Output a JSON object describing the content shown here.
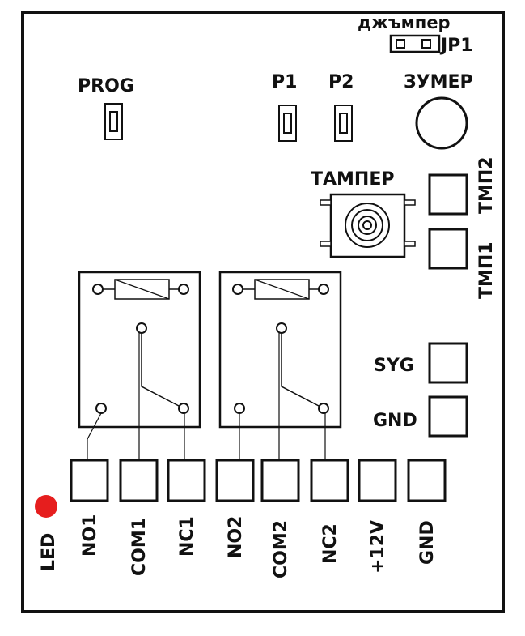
{
  "labels": {
    "jumper": "джъмпер",
    "jp1": "JP1",
    "prog": "PROG",
    "p1": "P1",
    "p2": "P2",
    "buzzer": "ЗУМЕР",
    "tamper": "ТАМПЕР",
    "tmp2": "ТМП2",
    "tmp1": "ТМП1",
    "syg": "SYG",
    "gnd_side": "GND",
    "led": "LED"
  },
  "terminals": [
    "NO1",
    "COM1",
    "NC1",
    "NO2",
    "COM2",
    "NC2",
    "+12V",
    "GND"
  ],
  "colors": {
    "led": "#e61e1e",
    "line": "#111111",
    "background": "#ffffff"
  }
}
